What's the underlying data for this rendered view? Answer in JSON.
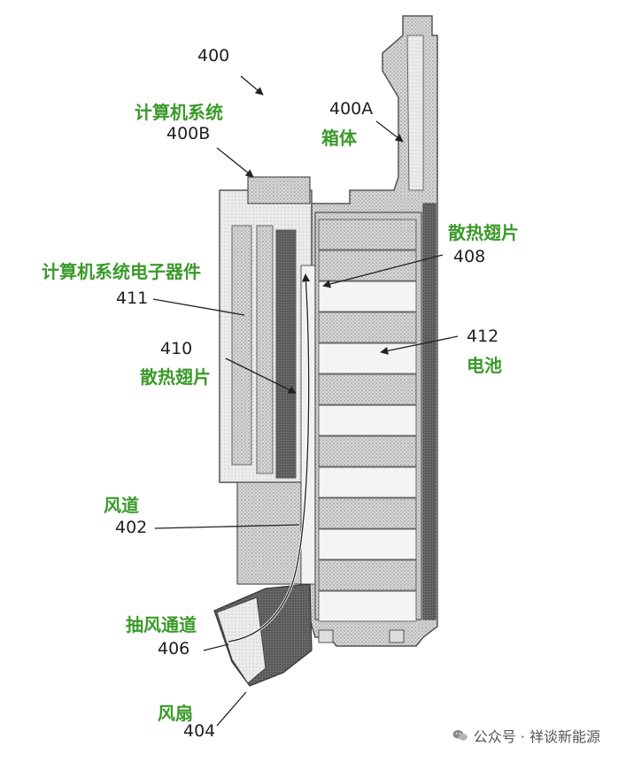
{
  "labels": {
    "l400": "400",
    "l400b_cn": "计算机系统",
    "l400b": "400B",
    "l400a": "400A",
    "l400a_cn": "箱体",
    "l408_cn": "散热翅片",
    "l408": "408",
    "l411_cn": "计算机系统电子器件",
    "l411": "411",
    "l412": "412",
    "l412_cn": "电池",
    "l410": "410",
    "l410_cn": "散热翅片",
    "l402_cn": "风道",
    "l402": "402",
    "l406_cn": "抽风通道",
    "l406": "406",
    "l404_cn": "风扇",
    "l404": "404"
  },
  "footer": {
    "text": "公众号 · 祥谈新能源",
    "icon": "wechat-icon"
  },
  "colors": {
    "label_green": "#3a9a2a",
    "label_black": "#1f1f1f"
  }
}
